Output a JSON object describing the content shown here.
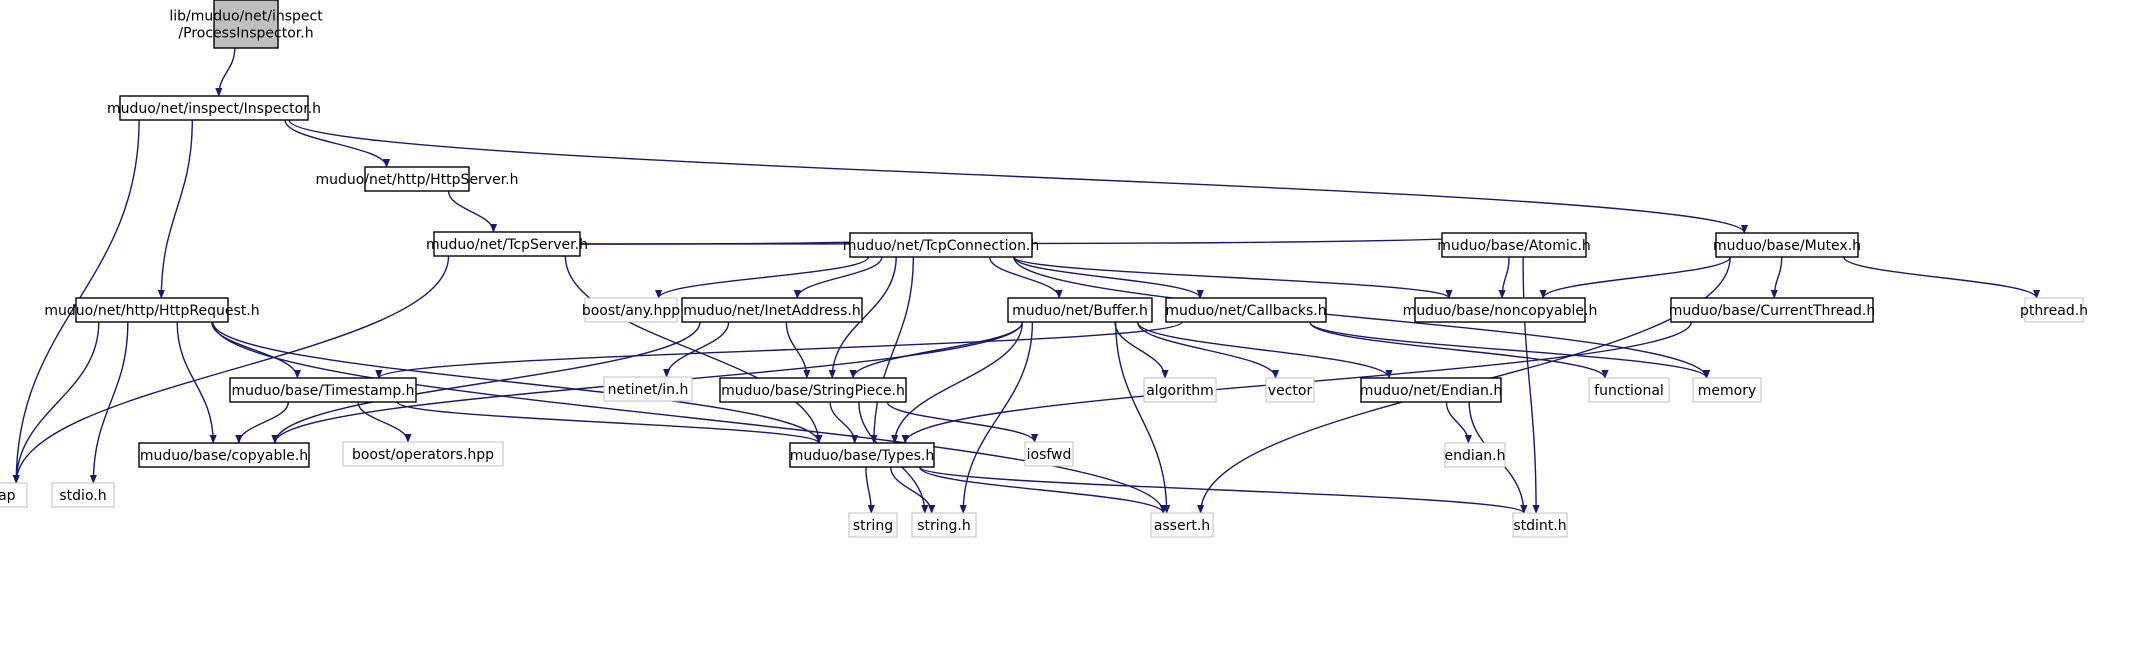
{
  "graph": {
    "nodes": [
      {
        "id": "root",
        "lines": [
          "lib/muduo/net/inspect",
          "/ProcessInspector.h"
        ],
        "kind": "root"
      },
      {
        "id": "inspector",
        "lines": [
          "muduo/net/inspect/Inspector.h"
        ],
        "kind": "doc"
      },
      {
        "id": "map",
        "lines": [
          "map"
        ],
        "kind": "ext"
      },
      {
        "id": "httpserver",
        "lines": [
          "muduo/net/http/HttpServer.h"
        ],
        "kind": "doc"
      },
      {
        "id": "httprequest",
        "lines": [
          "muduo/net/http/HttpRequest.h"
        ],
        "kind": "doc"
      },
      {
        "id": "mutex",
        "lines": [
          "muduo/base/Mutex.h"
        ],
        "kind": "doc"
      },
      {
        "id": "tcpserver",
        "lines": [
          "muduo/net/TcpServer.h"
        ],
        "kind": "doc"
      },
      {
        "id": "tcpconnection",
        "lines": [
          "muduo/net/TcpConnection.h"
        ],
        "kind": "doc"
      },
      {
        "id": "atomic",
        "lines": [
          "muduo/base/Atomic.h"
        ],
        "kind": "doc"
      },
      {
        "id": "boostany",
        "lines": [
          "boost/any.hpp"
        ],
        "kind": "ext"
      },
      {
        "id": "inetaddress",
        "lines": [
          "muduo/net/InetAddress.h"
        ],
        "kind": "doc"
      },
      {
        "id": "buffer",
        "lines": [
          "muduo/net/Buffer.h"
        ],
        "kind": "doc"
      },
      {
        "id": "callbacks",
        "lines": [
          "muduo/net/Callbacks.h"
        ],
        "kind": "doc"
      },
      {
        "id": "noncopyable",
        "lines": [
          "muduo/base/noncopyable.h"
        ],
        "kind": "doc"
      },
      {
        "id": "currentthread",
        "lines": [
          "muduo/base/CurrentThread.h"
        ],
        "kind": "doc"
      },
      {
        "id": "pthread",
        "lines": [
          "pthread.h"
        ],
        "kind": "ext"
      },
      {
        "id": "stdio",
        "lines": [
          "stdio.h"
        ],
        "kind": "ext"
      },
      {
        "id": "timestamp",
        "lines": [
          "muduo/base/Timestamp.h"
        ],
        "kind": "doc"
      },
      {
        "id": "netinet",
        "lines": [
          "netinet/in.h"
        ],
        "kind": "ext"
      },
      {
        "id": "stringpiece",
        "lines": [
          "muduo/base/StringPiece.h"
        ],
        "kind": "doc"
      },
      {
        "id": "algorithm",
        "lines": [
          "algorithm"
        ],
        "kind": "ext"
      },
      {
        "id": "vector",
        "lines": [
          "vector"
        ],
        "kind": "ext"
      },
      {
        "id": "endian",
        "lines": [
          "muduo/net/Endian.h"
        ],
        "kind": "doc"
      },
      {
        "id": "functional",
        "lines": [
          "functional"
        ],
        "kind": "ext"
      },
      {
        "id": "memory",
        "lines": [
          "memory"
        ],
        "kind": "ext"
      },
      {
        "id": "copyable",
        "lines": [
          "muduo/base/copyable.h"
        ],
        "kind": "doc"
      },
      {
        "id": "boostops",
        "lines": [
          "boost/operators.hpp"
        ],
        "kind": "ext"
      },
      {
        "id": "types",
        "lines": [
          "muduo/base/Types.h"
        ],
        "kind": "doc"
      },
      {
        "id": "iosfwd",
        "lines": [
          "iosfwd"
        ],
        "kind": "ext"
      },
      {
        "id": "endianh",
        "lines": [
          "endian.h"
        ],
        "kind": "ext"
      },
      {
        "id": "string",
        "lines": [
          "string"
        ],
        "kind": "ext"
      },
      {
        "id": "stringh",
        "lines": [
          "string.h"
        ],
        "kind": "ext"
      },
      {
        "id": "assert",
        "lines": [
          "assert.h"
        ],
        "kind": "ext"
      },
      {
        "id": "stdint",
        "lines": [
          "stdint.h"
        ],
        "kind": "ext"
      }
    ],
    "edges": [
      [
        "root",
        "inspector"
      ],
      [
        "inspector",
        "map"
      ],
      [
        "inspector",
        "httpserver"
      ],
      [
        "inspector",
        "httprequest"
      ],
      [
        "inspector",
        "mutex"
      ],
      [
        "httpserver",
        "tcpserver"
      ],
      [
        "tcpserver",
        "map"
      ],
      [
        "tcpserver",
        "tcpconnection"
      ],
      [
        "tcpserver",
        "atomic"
      ],
      [
        "tcpserver",
        "types"
      ],
      [
        "tcpconnection",
        "boostany"
      ],
      [
        "tcpconnection",
        "inetaddress"
      ],
      [
        "tcpconnection",
        "buffer"
      ],
      [
        "tcpconnection",
        "callbacks"
      ],
      [
        "tcpconnection",
        "noncopyable"
      ],
      [
        "tcpconnection",
        "stringpiece"
      ],
      [
        "tcpconnection",
        "types"
      ],
      [
        "tcpconnection",
        "memory"
      ],
      [
        "atomic",
        "noncopyable"
      ],
      [
        "atomic",
        "stdint"
      ],
      [
        "mutex",
        "noncopyable"
      ],
      [
        "mutex",
        "currentthread"
      ],
      [
        "mutex",
        "pthread"
      ],
      [
        "mutex",
        "assert"
      ],
      [
        "currentthread",
        "types"
      ],
      [
        "httprequest",
        "map"
      ],
      [
        "httprequest",
        "stdio"
      ],
      [
        "httprequest",
        "timestamp"
      ],
      [
        "httprequest",
        "copyable"
      ],
      [
        "httprequest",
        "types"
      ],
      [
        "httprequest",
        "assert"
      ],
      [
        "inetaddress",
        "copyable"
      ],
      [
        "inetaddress",
        "netinet"
      ],
      [
        "inetaddress",
        "stringpiece"
      ],
      [
        "buffer",
        "copyable"
      ],
      [
        "buffer",
        "stringpiece"
      ],
      [
        "buffer",
        "types"
      ],
      [
        "buffer",
        "algorithm"
      ],
      [
        "buffer",
        "vector"
      ],
      [
        "buffer",
        "endian"
      ],
      [
        "buffer",
        "assert"
      ],
      [
        "buffer",
        "stringh"
      ],
      [
        "callbacks",
        "timestamp"
      ],
      [
        "callbacks",
        "functional"
      ],
      [
        "callbacks",
        "memory"
      ],
      [
        "timestamp",
        "copyable"
      ],
      [
        "timestamp",
        "boostops"
      ],
      [
        "timestamp",
        "types"
      ],
      [
        "stringpiece",
        "types"
      ],
      [
        "stringpiece",
        "iosfwd"
      ],
      [
        "stringpiece",
        "stringh"
      ],
      [
        "endian",
        "endianh"
      ],
      [
        "endian",
        "stdint"
      ],
      [
        "types",
        "string"
      ],
      [
        "types",
        "stringh"
      ],
      [
        "types",
        "assert"
      ],
      [
        "types",
        "stdint"
      ]
    ]
  }
}
